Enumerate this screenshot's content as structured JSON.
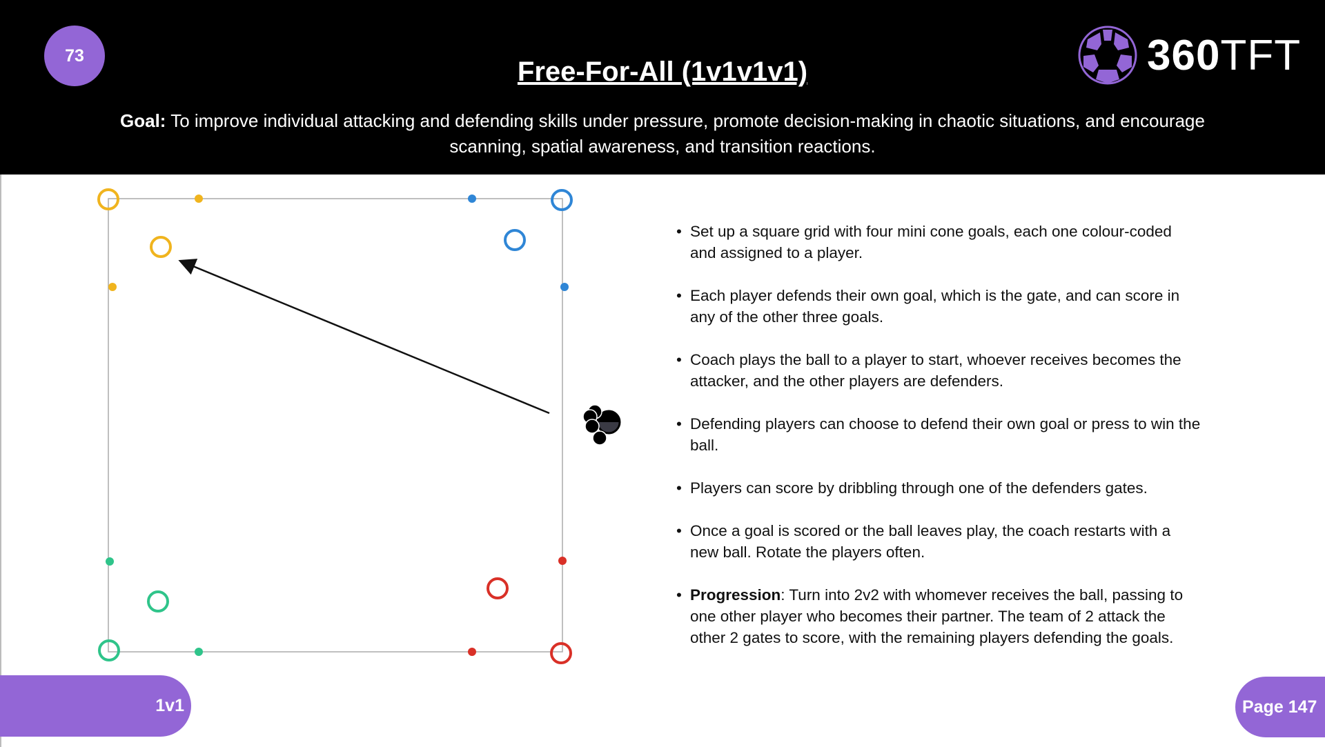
{
  "badge": "73",
  "title": "Free-For-All (1v1v1v1)",
  "goal": {
    "label": "Goal:",
    "text": " To improve individual attacking and defending skills under pressure, promote decision-making in chaotic situations, and encourage scanning, spatial awareness, and transition reactions."
  },
  "logo": {
    "bold": "360",
    "light": "TFT"
  },
  "colors": {
    "yellow": "#f0b41e",
    "blue": "#2f86d6",
    "green": "#2fc48a",
    "red": "#d93027",
    "purple": "#9366d6"
  },
  "bullets": [
    {
      "text": "Set up a square grid with four mini cone goals, each one colour-coded and assigned to a player."
    },
    {
      "text": "Each player defends their own goal, which is the gate, and can score in any of the other three goals."
    },
    {
      "text": "Coach plays the ball to a player to start, whoever receives becomes the attacker, and the other players are defenders."
    },
    {
      "text": "Defending players can choose to defend their own goal or press to win the ball."
    },
    {
      "text": "Players can score by dribbling through one of the defenders gates."
    },
    {
      "text": "Once a goal is scored or the ball leaves play, the coach restarts with a new ball.  Rotate the players often."
    },
    {
      "bold": "Progression",
      "text": ": Turn into 2v2 with whomever receives the ball, passing to one other player who becomes their partner.  The team of 2 attack the other 2 gates to score, with the remaining players defending the goals."
    }
  ],
  "footer": {
    "section": "1v1",
    "page": "Page 147"
  }
}
